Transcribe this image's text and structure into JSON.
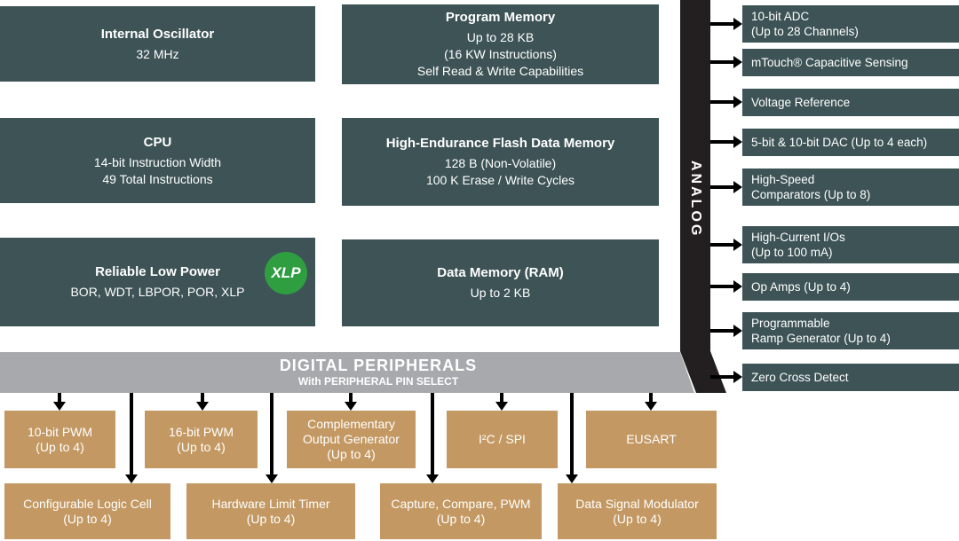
{
  "colors": {
    "teal": "#3d5356",
    "tan": "#c39862",
    "gray": "#a7a9ac",
    "dark": "#231f20",
    "green": "#2f9e41",
    "arrow": "#000000",
    "text": "#ffffff",
    "background": "#ffffff"
  },
  "left_column": [
    {
      "title": "Internal Oscillator",
      "lines": [
        "32 MHz"
      ]
    },
    {
      "title": "CPU",
      "lines": [
        "14-bit Instruction Width",
        "49 Total Instructions"
      ]
    },
    {
      "title": "Reliable Low Power",
      "lines": [
        "BOR, WDT, LBPOR, POR, XLP"
      ],
      "badge": "XLP"
    }
  ],
  "middle_column": [
    {
      "title": "Program Memory",
      "lines": [
        "Up to 28 KB",
        "(16 KW Instructions)",
        "Self Read & Write Capabilities"
      ]
    },
    {
      "title": "High-Endurance Flash Data Memory",
      "lines": [
        "128 B (Non-Volatile)",
        "100 K Erase / Write Cycles"
      ]
    },
    {
      "title": "Data Memory (RAM)",
      "lines": [
        "Up to 2 KB"
      ]
    }
  ],
  "analog": {
    "label": "ANALOG"
  },
  "analog_blocks": [
    {
      "lines": [
        "10-bit ADC",
        "(Up to 28 Channels)"
      ]
    },
    {
      "lines": [
        "mTouch® Capacitive Sensing"
      ]
    },
    {
      "lines": [
        "Voltage Reference"
      ]
    },
    {
      "lines": [
        "5-bit & 10-bit DAC (Up to 4 each)"
      ]
    },
    {
      "lines": [
        "High-Speed",
        "Comparators (Up to 8)"
      ]
    },
    {
      "lines": [
        "High-Current I/Os",
        "(Up to 100 mA)"
      ]
    },
    {
      "lines": [
        "Op Amps (Up to 4)"
      ]
    },
    {
      "lines": [
        "Programmable",
        "Ramp Generator (Up to 4)"
      ]
    },
    {
      "lines": [
        "Zero Cross Detect"
      ]
    }
  ],
  "digital_bar": {
    "title": "DIGITAL PERIPHERALS",
    "subtitle": "With PERIPHERAL PIN SELECT"
  },
  "digital_row1": [
    {
      "lines": [
        "10-bit PWM",
        "(Up to 4)"
      ]
    },
    {
      "lines": [
        "16-bit PWM",
        "(Up to 4)"
      ]
    },
    {
      "lines": [
        "Complementary",
        "Output Generator",
        "(Up to 4)"
      ]
    },
    {
      "lines": [
        "I²C / SPI"
      ]
    },
    {
      "lines": [
        "EUSART"
      ]
    }
  ],
  "digital_row2": [
    {
      "lines": [
        "Configurable Logic Cell",
        "(Up to 4)"
      ]
    },
    {
      "lines": [
        "Hardware Limit Timer",
        "(Up to 4)"
      ]
    },
    {
      "lines": [
        "Capture, Compare, PWM",
        "(Up to 4)"
      ]
    },
    {
      "lines": [
        "Data Signal Modulator",
        "(Up to 4)"
      ]
    }
  ]
}
